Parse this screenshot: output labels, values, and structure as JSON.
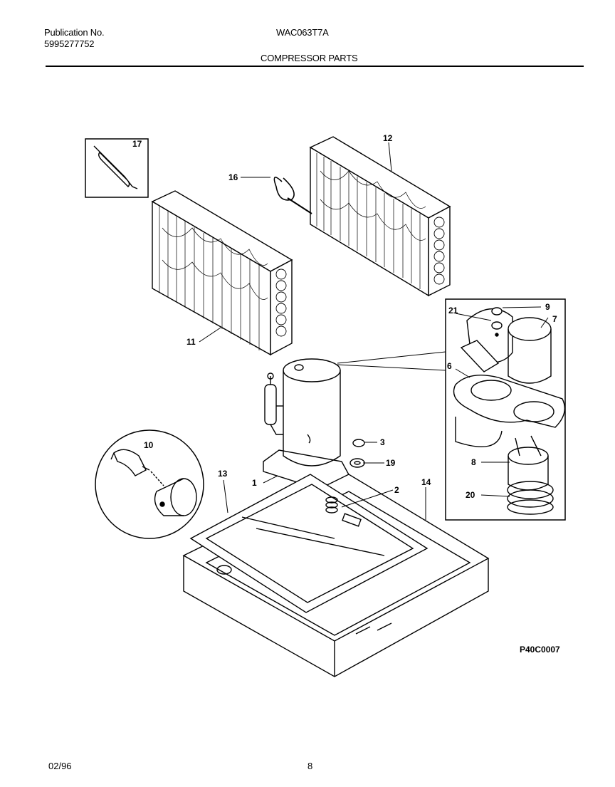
{
  "header": {
    "publication_label": "Publication No.",
    "publication_number": "5995277752",
    "model": "WAC063T7A",
    "section_title": "COMPRESSOR PARTS"
  },
  "callouts": {
    "c1": "1",
    "c2": "2",
    "c3": "3",
    "c6": "6",
    "c7": "7",
    "c8": "8",
    "c9": "9",
    "c10": "10",
    "c11": "11",
    "c12": "12",
    "c13": "13",
    "c14": "14",
    "c16": "16",
    "c17": "17",
    "c19": "19",
    "c20": "20",
    "c21": "21"
  },
  "footer": {
    "drawing_code": "P40C0007",
    "date": "02/96",
    "page": "8"
  }
}
